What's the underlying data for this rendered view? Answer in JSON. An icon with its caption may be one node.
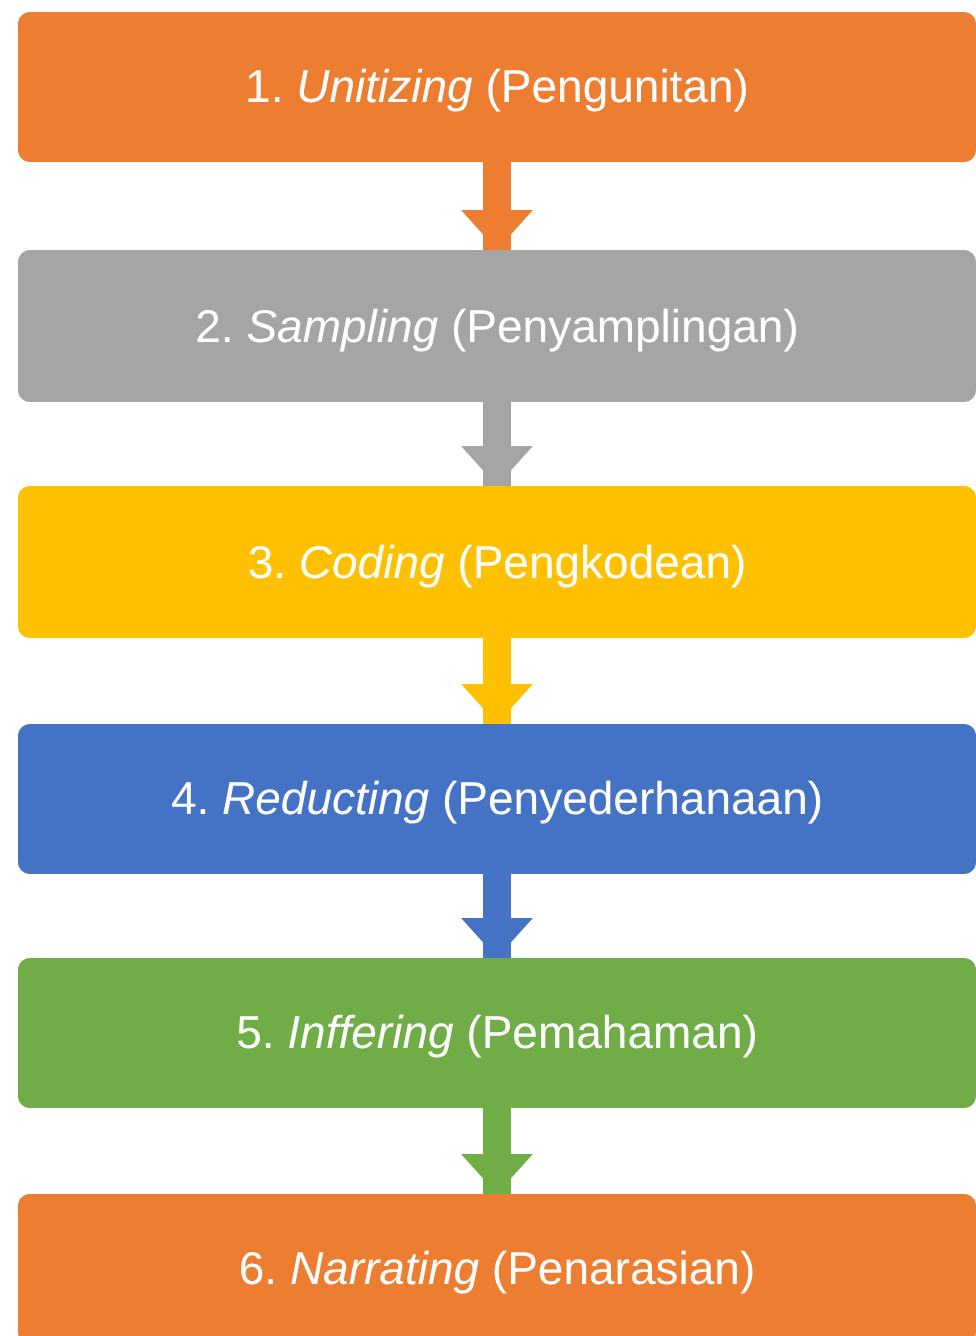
{
  "diagram": {
    "nodes": [
      {
        "text": [
          "1. *Unitizing* (Pengunitan)"
        ]
      },
      {
        "text": [
          "2. *Sampling* (Penyamplingan)"
        ]
      },
      {
        "text": [
          "3. *Coding* (Pengkodean)"
        ]
      },
      {
        "text": [
          "4. *Reducting* (Penyederhanaan)"
        ]
      },
      {
        "text": [
          "5. *Inffering* (Pemahaman)"
        ]
      },
      {
        "text": [
          "6. *Narrating* (Penarasian)"
        ]
      }
    ],
    "edges": [
      {
        "from": 0,
        "to": 1,
        "arrow": "to",
        "color": "#ed7d31"
      },
      {
        "from": 1,
        "to": 2,
        "arrow": "to",
        "color": "#a5a5a5"
      },
      {
        "from": 2,
        "to": 3,
        "arrow": "to",
        "color": "#ffc000"
      },
      {
        "from": 3,
        "to": 4,
        "arrow": "to",
        "color": "#4472c4"
      },
      {
        "from": 4,
        "to": 5,
        "arrow": "to",
        "color": "#70ad47"
      }
    ]
  }
}
